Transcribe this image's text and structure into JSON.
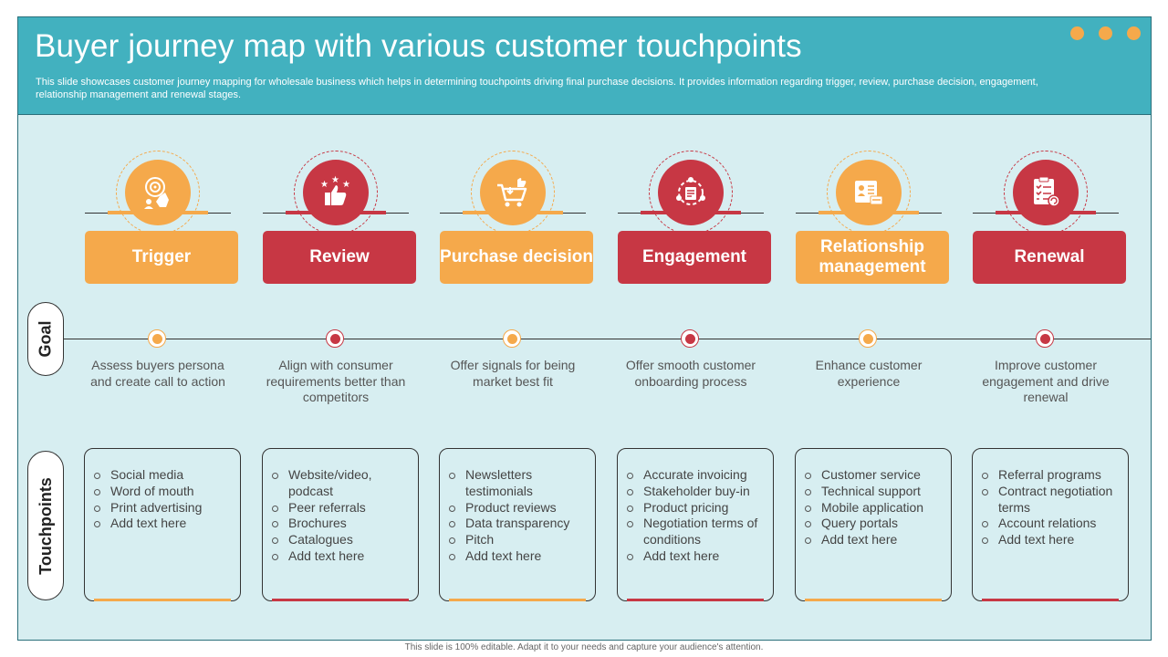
{
  "header": {
    "title": "Buyer journey map with various customer touchpoints",
    "subtitle": "This slide showcases customer journey mapping for wholesale business which helps in determining touchpoints driving final purchase decisions. It provides information regarding trigger, review, purchase decision, engagement, relationship management and renewal stages."
  },
  "labels": {
    "goal": "Goal",
    "touchpoints": "Touchpoints"
  },
  "colors": {
    "orange": "#f5a94b",
    "red": "#c73744",
    "teal": "#42b1bf"
  },
  "stages": [
    {
      "title": "Trigger",
      "icon": "target-touch-icon",
      "color": "#f5a94b",
      "goal": "Assess buyers persona and create call to action",
      "touchpoints": [
        "Social media",
        "Word of mouth",
        "Print advertising",
        "Add text here"
      ]
    },
    {
      "title": "Review",
      "icon": "thumbs-up-stars-icon",
      "color": "#c73744",
      "goal": "Align with  consumer requirements better than competitors",
      "touchpoints": [
        "Website/video, podcast",
        "Peer referrals",
        "Brochures",
        "Catalogues",
        "Add text here"
      ]
    },
    {
      "title": "Purchase decision",
      "icon": "shopping-cart-icon",
      "color": "#f5a94b",
      "goal": "Offer signals for being market best fit",
      "touchpoints": [
        "Newsletters testimonials",
        "Product reviews",
        "Data transparency",
        "Pitch",
        "Add text here"
      ]
    },
    {
      "title": "Engagement",
      "icon": "team-engagement-icon",
      "color": "#c73744",
      "goal": "Offer smooth customer onboarding process",
      "touchpoints": [
        "Accurate invoicing",
        "Stakeholder buy-in",
        "Product pricing",
        "Negotiation terms of conditions",
        "Add text here"
      ]
    },
    {
      "title": "Relationship management",
      "icon": "customer-profile-icon",
      "color": "#f5a94b",
      "goal": "Enhance customer experience",
      "touchpoints": [
        "Customer service",
        "Technical support",
        "Mobile application",
        "Query portals",
        "Add text here"
      ]
    },
    {
      "title": "Renewal",
      "icon": "renewal-checklist-icon",
      "color": "#c73744",
      "goal": "Improve customer engagement and drive renewal",
      "touchpoints": [
        "Referral programs",
        "Contract negotiation terms",
        "Account relations",
        "Add text here"
      ]
    }
  ],
  "footer": "This slide is 100% editable. Adapt it to your needs and capture your audience's attention."
}
